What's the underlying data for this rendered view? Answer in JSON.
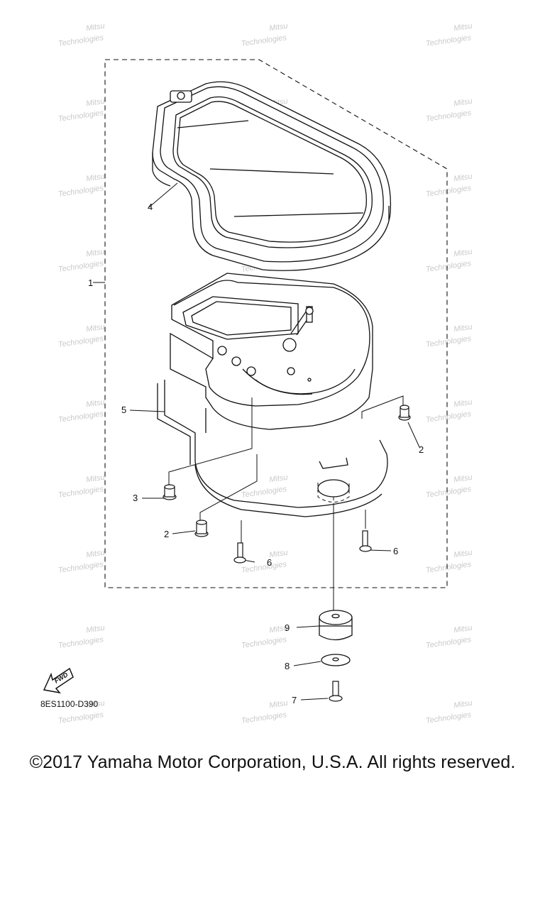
{
  "diagram": {
    "callouts": [
      {
        "name": "callout-1",
        "label": "1"
      },
      {
        "name": "callout-2-right",
        "label": "2"
      },
      {
        "name": "callout-2-left",
        "label": "2"
      },
      {
        "name": "callout-3",
        "label": "3"
      },
      {
        "name": "callout-4",
        "label": "4"
      },
      {
        "name": "callout-5",
        "label": "5"
      },
      {
        "name": "callout-6-left",
        "label": "6"
      },
      {
        "name": "callout-6-right",
        "label": "6"
      },
      {
        "name": "callout-7",
        "label": "7"
      },
      {
        "name": "callout-8",
        "label": "8"
      },
      {
        "name": "callout-9",
        "label": "9"
      }
    ],
    "fwd_label": "FWD",
    "diagram_code": "8ES1100-D390",
    "watermark_line1": "Mitsu",
    "watermark_line2": "Technologies"
  },
  "footer": {
    "copyright": "©2017 Yamaha Motor Corporation, U.S.A. All rights reserved."
  },
  "colors": {
    "line": "#111111",
    "watermark": "#c9c9c9",
    "background": "#ffffff"
  }
}
